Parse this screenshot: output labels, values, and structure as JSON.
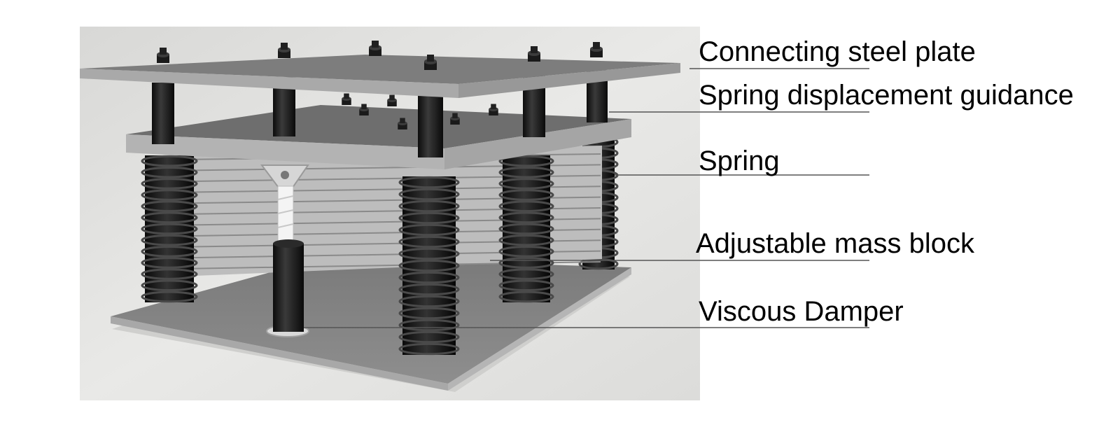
{
  "labels": {
    "plate": "Connecting steel plate",
    "guide": "Spring displacement guidance",
    "spring": "Spring",
    "mass": "Adjustable mass block",
    "damper": "Viscous Damper"
  },
  "colors": {
    "background_panel": "#e4e4e2",
    "plate_top": "#8c8c8c",
    "plate_edge": "#b8b8b8",
    "mass_plates": "#c8c8c8",
    "spring_coil": "#151515",
    "leader_line": "#555555"
  }
}
